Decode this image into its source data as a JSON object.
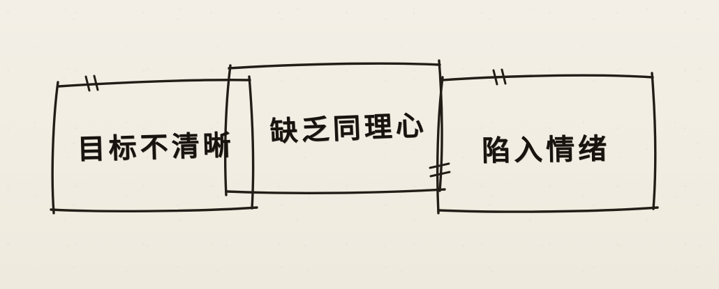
{
  "diagram": {
    "boxes": [
      {
        "id": "left",
        "label": "目标不清晰"
      },
      {
        "id": "middle",
        "label": "缺乏同理心"
      },
      {
        "id": "right",
        "label": "陷入情绪"
      }
    ],
    "colors": {
      "paper": "#f2eee4",
      "ink": "#221d17"
    }
  }
}
